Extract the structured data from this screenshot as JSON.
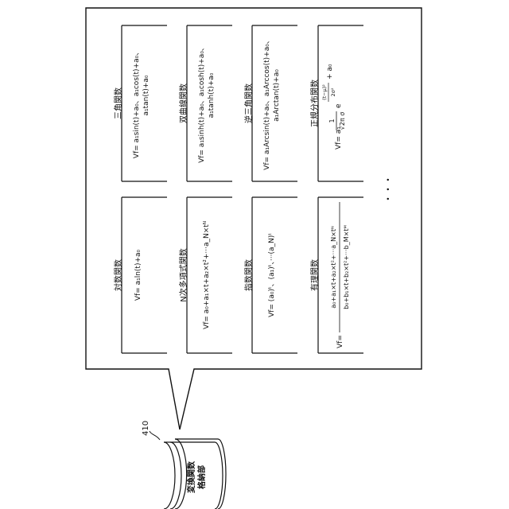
{
  "storage": {
    "ref_number": "410",
    "label_line1": "変換関数",
    "label_line2": "格納部"
  },
  "functions": [
    {
      "id": "trig",
      "title": "三角関数",
      "lines": [
        "Vf= a₁sin(t)+a₀、a₁cos(t)+a₀、",
        "a₁tan(t)+a₀"
      ]
    },
    {
      "id": "hyperbolic",
      "title": "双曲線関数",
      "lines": [
        "Vf= a₁sinh(t)+a₀、a₁cosh(t)+a₀、",
        "a₁tanh(t)+a₀"
      ]
    },
    {
      "id": "inverse-trig",
      "title": "逆三角関数",
      "lines": [
        "Vf= a₁Arcsin(t)+a₀、a₁Arccos(t)+a₀、",
        "a₁Arctan(t)+a₀"
      ]
    },
    {
      "id": "normal-dist",
      "title": "正規分布関数",
      "prefix": "Vf= a₁",
      "coef_num": "1",
      "coef_den": "√2π σ",
      "exp_num": "(t−μ)²",
      "exp_den": "2σ²",
      "suffix": "+ a₀"
    },
    {
      "id": "log",
      "title": "対数関数",
      "lines": [
        "Vf= a₁ln(t)+a₀"
      ]
    },
    {
      "id": "polynomial",
      "title": "N次多項式関数",
      "lines": [
        "Vf= a₀+a₁×t+a₂×t²+···a_N×tᴺ"
      ]
    },
    {
      "id": "exponential",
      "title": "指数関数",
      "lines": [
        "Vf= (a₀)ᵗ、(a₁)ᵗ、···(a_N)ᵗ"
      ]
    },
    {
      "id": "rational",
      "title": "有理関数",
      "prefix": "Vf=",
      "numerator": "a₀+a₁×t+a₂×t²+···a_N×tᴺ",
      "denominator": "b₀+b₁×t+b₂×t²+···b_M×tᴹ"
    }
  ],
  "ellipsis": "・・・"
}
